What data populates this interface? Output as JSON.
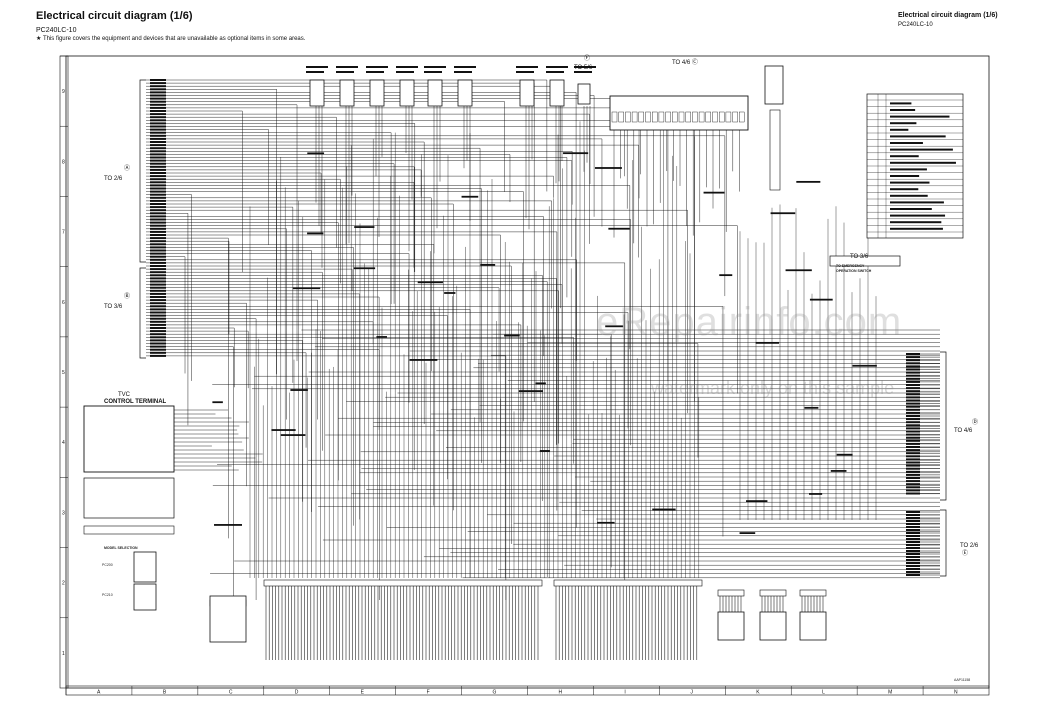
{
  "header": {
    "title": "Electrical circuit diagram (1/6)",
    "model": "PC240LC-10",
    "note": "★ This figure covers the equipment and devices that are unavailable as optional items in some areas.",
    "right_title": "Electrical circuit diagram (1/6)",
    "right_model": "PC240LC-10"
  },
  "watermark": {
    "site": "eRepairinfo.com",
    "sample": "watermark only on this sample"
  },
  "refs": {
    "to_2_6_top": "TO 2/6",
    "to_2_6_top_mark": "Ⓐ",
    "to_3_6_left": "TO 3/6",
    "to_3_6_left_mark": "Ⓑ",
    "to_5_6": "TO 5/6",
    "to_5_6_mark": "Ⓕ",
    "to_4_6_top": "TO 4/6 Ⓒ",
    "to_3_6_right": "TO 3/6",
    "emergency": "TO EMERGENCY\nOPERATION SWITCH",
    "to_4_6_right": "TO 4/6",
    "to_4_6_right_mark": "Ⓓ",
    "to_2_6_bottom": "TO 2/6",
    "to_2_6_bottom_mark": "Ⓔ"
  },
  "labels": {
    "tvc": "TVC",
    "control_terminal": "CONTROL TERMINAL",
    "model_selection": "MODEL SELECTION",
    "pc200": "PC200",
    "pc210": "PC210",
    "drawing_no": "AAP11158"
  },
  "zones": {
    "columns": [
      "A",
      "B",
      "C",
      "D",
      "E",
      "F",
      "G",
      "H",
      "I",
      "J",
      "K",
      "L",
      "M",
      "N"
    ],
    "rows": [
      "9",
      "8",
      "7",
      "6",
      "5",
      "4",
      "3",
      "2",
      "1"
    ]
  }
}
